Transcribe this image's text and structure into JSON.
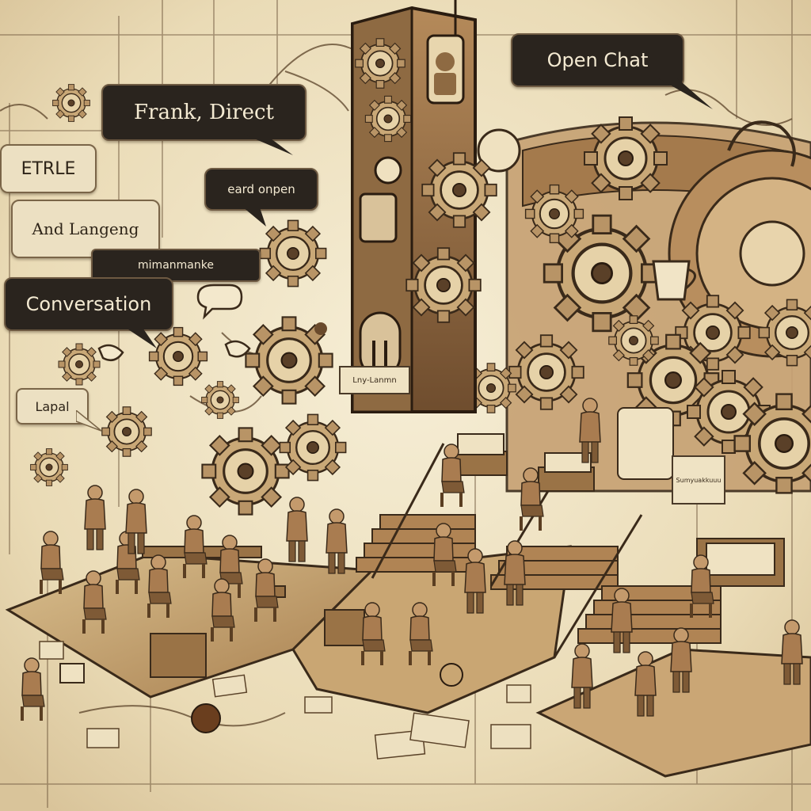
{
  "bubbles": {
    "open_chat": "Open Chat",
    "frank_direct": "Frank, Direct",
    "sign_top_left": "ETRLE",
    "card_onpen": "eard onpen",
    "and_langeng": "And Langeng",
    "minimanke": "mimanmanke",
    "conversation": "Conversation",
    "lapal": "Lapal"
  },
  "signs": {
    "tower_sign": "Lny-Lanmn",
    "right_sign": "Sumyuakkuuu"
  },
  "colors": {
    "paper": "#f3e8cc",
    "ink": "#3a2a1a",
    "sepia": "#8a6a44",
    "bubble_dark": "#2a241e",
    "bubble_light": "#ece0c2"
  }
}
